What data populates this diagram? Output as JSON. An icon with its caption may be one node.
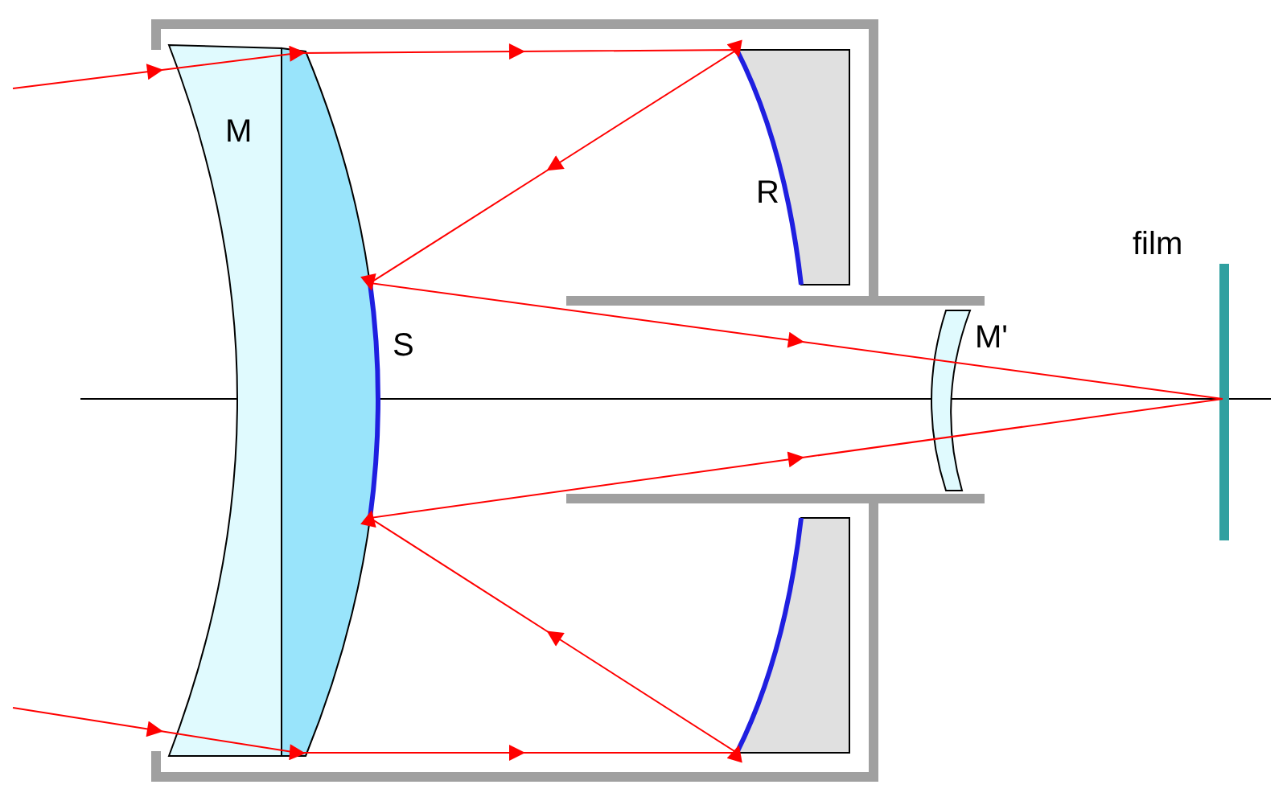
{
  "diagram": {
    "labels": [
      "M",
      "R",
      "S",
      "M'",
      "film"
    ]
  }
}
